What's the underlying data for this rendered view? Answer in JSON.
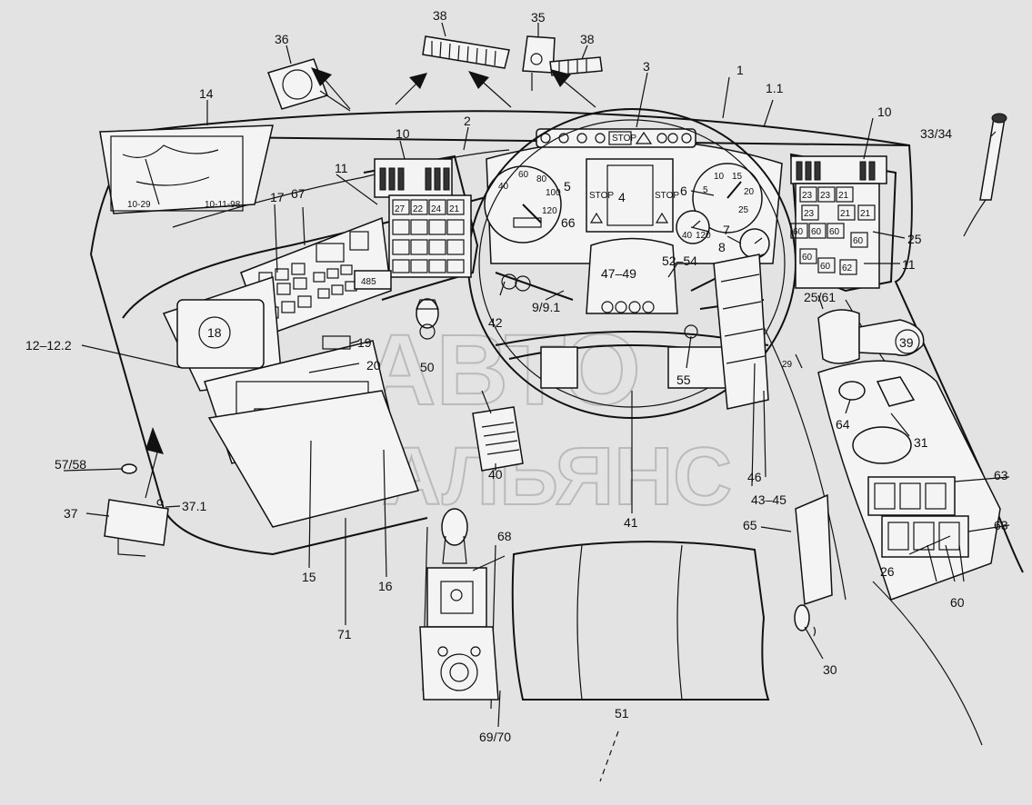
{
  "watermark": {
    "line1": "АВТО",
    "line2": "АЛЬЯНС"
  },
  "display": {
    "map_date_left": "10-29",
    "map_date_right": "10-11-98",
    "radio_readout": "485",
    "stop_left": "STOP",
    "stop_right": "STOP"
  },
  "callouts": [
    {
      "id": "c1",
      "text": "1"
    },
    {
      "id": "c1_1",
      "text": "1.1"
    },
    {
      "id": "c2",
      "text": "2"
    },
    {
      "id": "c3",
      "text": "3"
    },
    {
      "id": "c4",
      "text": "4"
    },
    {
      "id": "c5",
      "text": "5"
    },
    {
      "id": "c6",
      "text": "6"
    },
    {
      "id": "c7",
      "text": "7"
    },
    {
      "id": "c8",
      "text": "8"
    },
    {
      "id": "c9",
      "text": "9/9.1"
    },
    {
      "id": "c10a",
      "text": "10"
    },
    {
      "id": "c10b",
      "text": "10"
    },
    {
      "id": "c11a",
      "text": "11"
    },
    {
      "id": "c11b",
      "text": "11"
    },
    {
      "id": "c12",
      "text": "12–12.2"
    },
    {
      "id": "c14",
      "text": "14"
    },
    {
      "id": "c15",
      "text": "15"
    },
    {
      "id": "c16",
      "text": "16"
    },
    {
      "id": "c17",
      "text": "17"
    },
    {
      "id": "c18",
      "text": "18"
    },
    {
      "id": "c19",
      "text": "19"
    },
    {
      "id": "c20",
      "text": "20"
    },
    {
      "id": "c25",
      "text": "25"
    },
    {
      "id": "c25_61",
      "text": "25/61"
    },
    {
      "id": "c26",
      "text": "26"
    },
    {
      "id": "c29",
      "text": "29"
    },
    {
      "id": "c30",
      "text": "30"
    },
    {
      "id": "c31",
      "text": "31"
    },
    {
      "id": "c33",
      "text": "33/34"
    },
    {
      "id": "c35",
      "text": "35"
    },
    {
      "id": "c36",
      "text": "36"
    },
    {
      "id": "c37",
      "text": "37"
    },
    {
      "id": "c37_1",
      "text": "37.1"
    },
    {
      "id": "c38a",
      "text": "38"
    },
    {
      "id": "c38b",
      "text": "38"
    },
    {
      "id": "c39",
      "text": "39"
    },
    {
      "id": "c40",
      "text": "40"
    },
    {
      "id": "c41",
      "text": "41"
    },
    {
      "id": "c42",
      "text": "42"
    },
    {
      "id": "c43",
      "text": "43–45"
    },
    {
      "id": "c46",
      "text": "46"
    },
    {
      "id": "c47",
      "text": "47–49"
    },
    {
      "id": "c50",
      "text": "50"
    },
    {
      "id": "c51",
      "text": "51"
    },
    {
      "id": "c52",
      "text": "52–54"
    },
    {
      "id": "c55",
      "text": "55"
    },
    {
      "id": "c57",
      "text": "57/58"
    },
    {
      "id": "c60",
      "text": "60"
    },
    {
      "id": "c63a",
      "text": "63"
    },
    {
      "id": "c63b",
      "text": "63"
    },
    {
      "id": "c64",
      "text": "64"
    },
    {
      "id": "c65",
      "text": "65"
    },
    {
      "id": "c66",
      "text": "66"
    },
    {
      "id": "c67",
      "text": "67"
    },
    {
      "id": "c68",
      "text": "68"
    },
    {
      "id": "c69",
      "text": "69/70"
    },
    {
      "id": "c71",
      "text": "71"
    }
  ],
  "switch_labels": {
    "left_panel": [
      "27",
      "22",
      "24",
      "21"
    ],
    "right_top": [
      "23",
      "23",
      "21"
    ],
    "right_row2": [
      "23",
      "21",
      "21"
    ],
    "right_row3": [
      "60",
      "60",
      "60",
      "60"
    ],
    "right_row4": [
      "60",
      "60",
      "62"
    ]
  }
}
